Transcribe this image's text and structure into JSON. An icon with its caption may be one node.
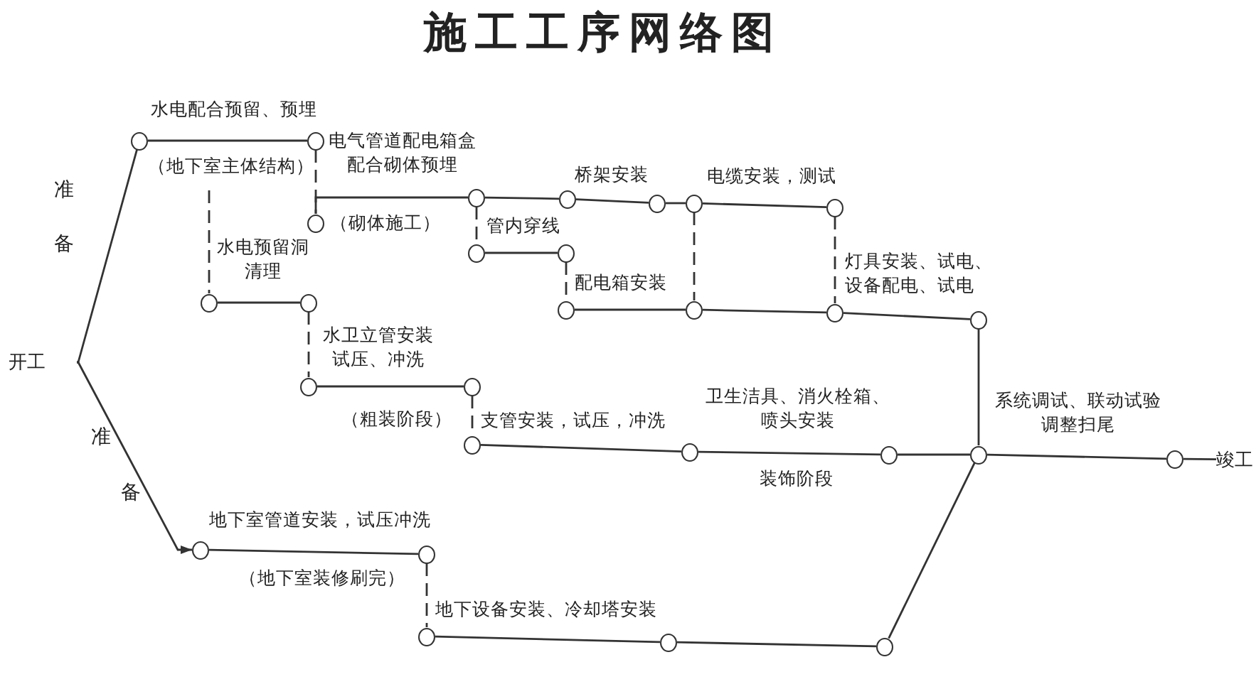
{
  "diagram": {
    "title": "施工工序网络图",
    "nodes": [
      {
        "text": [
          "开工"
        ]
      },
      {
        "text": [],
        "shape": "circle"
      },
      {
        "text": [],
        "shape": "circle"
      },
      {
        "text": [],
        "shape": "circle"
      },
      {
        "text": [],
        "shape": "circle"
      },
      {
        "text": [],
        "shape": "circle"
      },
      {
        "text": [],
        "shape": "circle"
      },
      {
        "text": [],
        "shape": "circle"
      },
      {
        "text": [],
        "shape": "circle"
      },
      {
        "text": [],
        "shape": "circle"
      },
      {
        "text": [],
        "shape": "circle"
      },
      {
        "text": [],
        "shape": "circle"
      },
      {
        "text": [],
        "shape": "circle"
      },
      {
        "text": [],
        "shape": "circle"
      },
      {
        "text": [],
        "shape": "circle"
      },
      {
        "text": [],
        "shape": "circle"
      },
      {
        "text": [],
        "shape": "circle"
      },
      {
        "text": [],
        "shape": "circle"
      },
      {
        "text": [],
        "shape": "circle"
      },
      {
        "text": [],
        "shape": "circle"
      },
      {
        "text": [],
        "shape": "circle"
      },
      {
        "text": [],
        "shape": "circle"
      },
      {
        "text": [],
        "shape": "circle"
      },
      {
        "text": [],
        "shape": "circle"
      },
      {
        "text": [],
        "shape": "circle"
      },
      {
        "text": [],
        "shape": "circle"
      },
      {
        "text": [],
        "shape": "circle"
      },
      {
        "text": [],
        "shape": "circle"
      },
      {
        "text": [],
        "shape": "circle"
      },
      {
        "text": [
          "竣工"
        ]
      }
    ],
    "edges": [
      {
        "from": 0,
        "to": 1,
        "arrow": "none",
        "label": "准备"
      },
      {
        "from": 0,
        "to": 2,
        "arrow": "to",
        "label": "准备"
      },
      {
        "from": 1,
        "to": 4,
        "arrow": "none",
        "label": "水电配合预留、预埋"
      },
      {
        "from": 4,
        "to": 5,
        "arrow": "none",
        "style": "dashed"
      },
      {
        "from": 5,
        "to": 10,
        "arrow": "none",
        "label": "电气管道配电箱盒配合砌体预埋"
      },
      {
        "from": null,
        "to": 3,
        "arrow": "none",
        "style": "dashed"
      },
      {
        "from": 3,
        "to": 6,
        "arrow": "none",
        "label": "水电预留洞清理"
      },
      {
        "from": 6,
        "to": 7,
        "arrow": "none",
        "style": "dashed"
      },
      {
        "from": 7,
        "to": 12,
        "arrow": "none",
        "label": "水卫立管安装试压、冲洗"
      },
      {
        "from": 12,
        "to": 13,
        "arrow": "none",
        "style": "dashed"
      },
      {
        "from": 13,
        "to": 21,
        "arrow": "none",
        "label": "支管安装，试压，冲洗"
      },
      {
        "from": 21,
        "to": 24,
        "arrow": "none",
        "label": "卫生洁具、消火栓箱、喷头安装"
      },
      {
        "from": 24,
        "to": 27,
        "arrow": "none"
      },
      {
        "from": 27,
        "to": 28,
        "arrow": "none",
        "label": "系统调试、联动试验调整扫尾"
      },
      {
        "from": 28,
        "to": 29,
        "arrow": "none"
      },
      {
        "from": 10,
        "to": 14,
        "arrow": "none"
      },
      {
        "from": 14,
        "to": 17,
        "arrow": "none",
        "label": "桥架安装"
      },
      {
        "from": 17,
        "to": 19,
        "arrow": "none"
      },
      {
        "from": 19,
        "to": 22,
        "arrow": "none",
        "label": "电缆安装，测试"
      },
      {
        "from": 10,
        "to": 11,
        "arrow": "none",
        "style": "dashed"
      },
      {
        "from": 11,
        "to": 15,
        "arrow": "none",
        "label": "管内穿线"
      },
      {
        "from": 15,
        "to": 16,
        "arrow": "none",
        "style": "dashed"
      },
      {
        "from": 16,
        "to": 20,
        "arrow": "none",
        "label": "配电箱安装"
      },
      {
        "from": 19,
        "to": 20,
        "arrow": "none",
        "style": "dashed"
      },
      {
        "from": 20,
        "to": 23,
        "arrow": "none"
      },
      {
        "from": 22,
        "to": 23,
        "arrow": "none",
        "style": "dashed"
      },
      {
        "from": 23,
        "to": 26,
        "arrow": "none",
        "label": "灯具安装、试电、设备配电、试电"
      },
      {
        "from": 26,
        "to": 27,
        "arrow": "none"
      },
      {
        "from": 2,
        "to": 8,
        "arrow": "none",
        "label": "地下室管道安装，试压冲洗"
      },
      {
        "from": 8,
        "to": 9,
        "arrow": "none",
        "style": "dashed"
      },
      {
        "from": 9,
        "to": 18,
        "arrow": "none",
        "label": "地下设备安装、冷却塔安装"
      },
      {
        "from": 18,
        "to": 25,
        "arrow": "none"
      },
      {
        "from": 25,
        "to": 27,
        "arrow": "none"
      }
    ],
    "labels": [
      "（地下室主体结构）",
      "（砌体施工）",
      "（粗装阶段）",
      "装饰阶段",
      "（地下室装修刷完）"
    ]
  }
}
